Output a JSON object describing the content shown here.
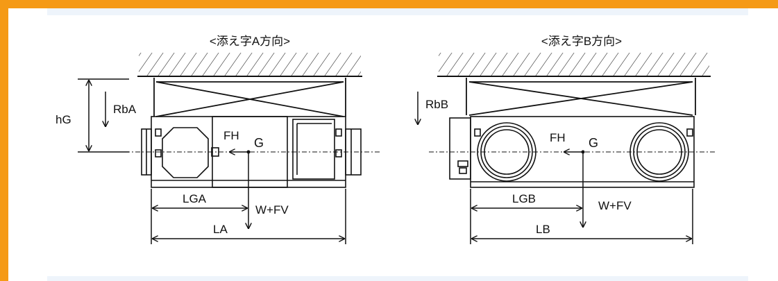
{
  "view_a": {
    "title": "<添え字A方向>",
    "labels": {
      "hg": "hG",
      "rb": "RbA",
      "fh": "FH",
      "g": "G",
      "lg": "LGA",
      "wfv": "W+FV",
      "l": "LA"
    }
  },
  "view_b": {
    "title": "<添え字B方向>",
    "labels": {
      "rb": "RbB",
      "fh": "FH",
      "g": "G",
      "lg": "LGB",
      "wfv": "W+FV",
      "l": "LB"
    }
  },
  "colors": {
    "frame": "#f59a16",
    "band": "#eef4fb",
    "line": "#111111"
  }
}
